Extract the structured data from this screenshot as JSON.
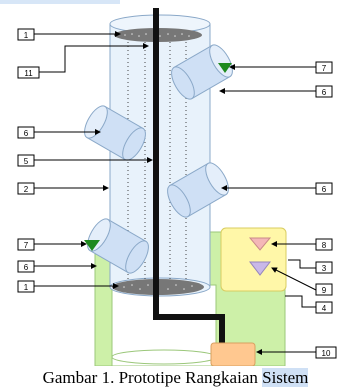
{
  "caption": {
    "prefix": "Gambar ",
    "number": "1",
    "text": ". Prototipe Rangkaian ",
    "highlight": "Sistem"
  },
  "labels": {
    "l1_top": "1",
    "l11": "11",
    "l7_right": "7",
    "l6_right_top": "6",
    "l6_left_top": "6",
    "l5": "5",
    "l2": "2",
    "l6_right_mid": "6",
    "l7_left": "7",
    "l6_left_bottom": "6",
    "l1_bottom": "1",
    "l8": "8",
    "l3": "3",
    "l9": "9",
    "l4": "4",
    "l10": "10"
  },
  "colors": {
    "tube": "#e8f2fb",
    "tube_stroke": "#8aa8c8",
    "pot": "#cfe0f5",
    "base_green": "#cdf0a8",
    "panel_yellow": "#fff7a8",
    "pump_orange": "#ffc890",
    "pipe": "#111111",
    "dripper": "#1e8a1e",
    "sensor_pink": "#f4b7b7",
    "sensor_purple": "#c9b8e8"
  }
}
